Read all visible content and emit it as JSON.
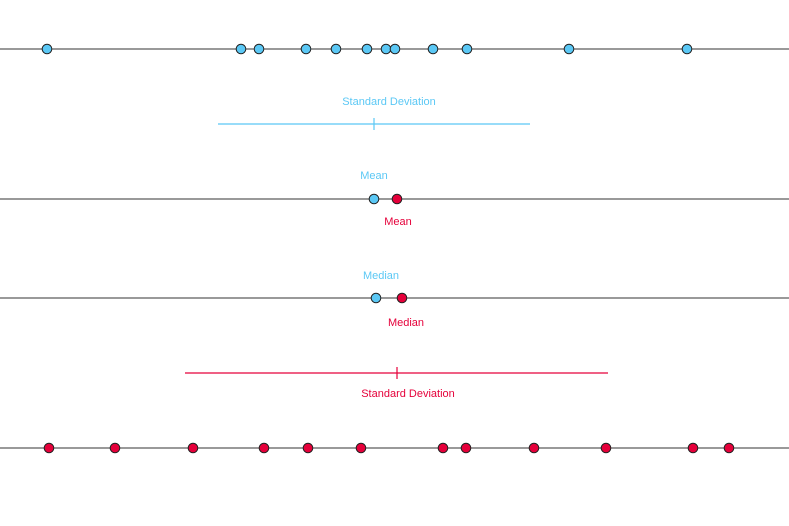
{
  "chart_data": {
    "type": "scatter",
    "title": "",
    "xlabel": "",
    "ylabel": "",
    "xlim": [
      0,
      789
    ],
    "grid": false,
    "colors": {
      "blue": "#5bc8f5",
      "red": "#e5003a",
      "axis": "#333333"
    },
    "series": [
      {
        "color": "#5bc8f5",
        "values": [
          47,
          241,
          259,
          306,
          336,
          367,
          386,
          395,
          433,
          467,
          569,
          687
        ],
        "mean": 374,
        "median": 376,
        "sd": [
          218,
          530
        ],
        "mean_label": "Mean",
        "median_label": "Median",
        "sd_label": "Standard Deviation"
      },
      {
        "color": "#e5003a",
        "values": [
          49,
          115,
          193,
          264,
          308,
          361,
          443,
          466,
          534,
          606,
          693,
          729
        ],
        "mean": 397,
        "median": 402,
        "sd": [
          185,
          608
        ],
        "mean_label": "Mean",
        "median_label": "Median",
        "sd_label": "Standard Deviation"
      }
    ]
  }
}
